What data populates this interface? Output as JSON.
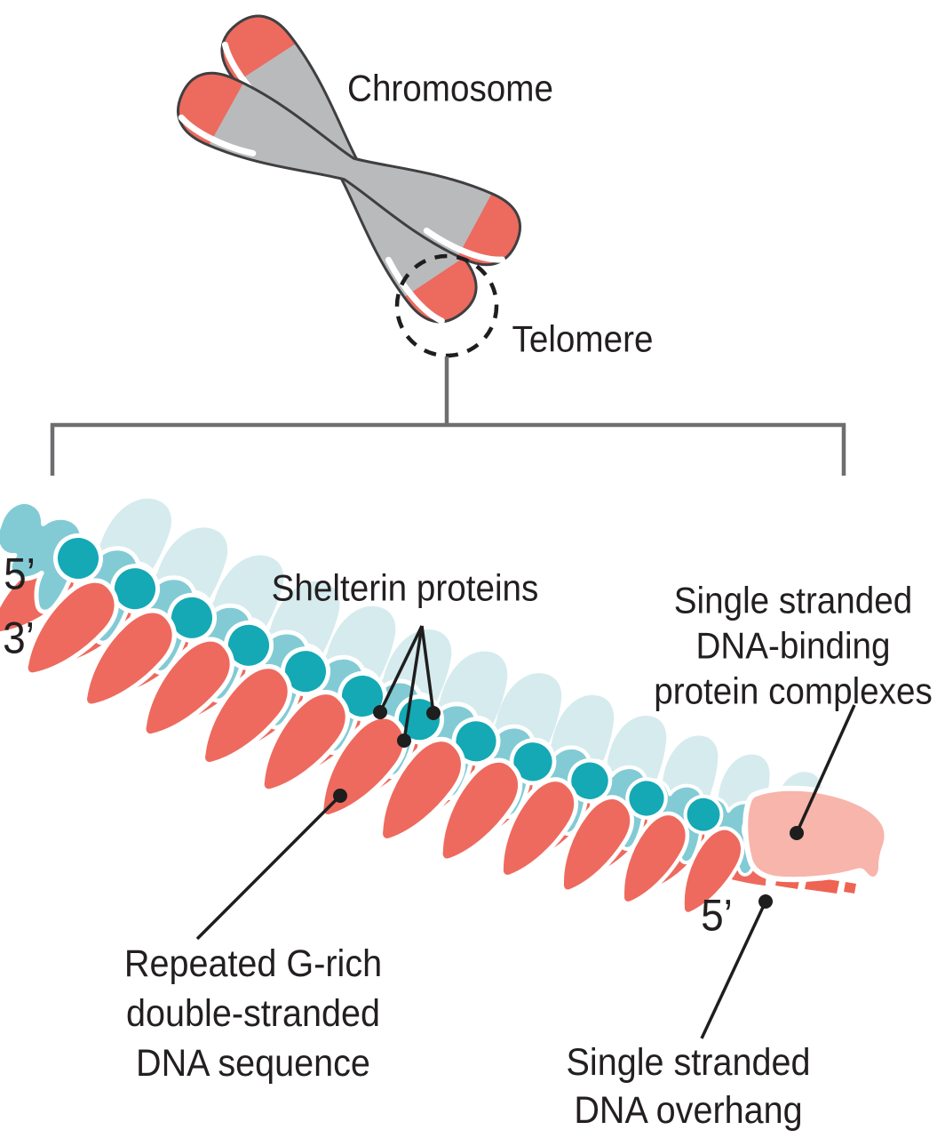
{
  "labels": {
    "chromosome": "Chromosome",
    "telomere": "Telomere",
    "five_prime_left": "5’",
    "three_prime_left": "3’",
    "shelterin": "Shelterin proteins",
    "ssdna_complex": [
      "Single stranded",
      "DNA-binding",
      "protein complexes"
    ],
    "g_rich": [
      "Repeated G-rich",
      "double-stranded",
      "DNA sequence"
    ],
    "five_prime_right": "5’",
    "overhang": [
      "Single stranded",
      "DNA overhang"
    ]
  },
  "colors": {
    "background": "#ffffff",
    "chromosome_gray": "#b9babc",
    "chromosome_outline": "#3f3f41",
    "telomere_red": "#ed6a5e",
    "pale_blue": "#d6ebee",
    "teal": "#82cbd5",
    "teal_dark": "#14a9b5",
    "salmon": "#ee6a5e",
    "pink": "#f8b5ab",
    "overhang_red": "#ee6352",
    "text": "#231f20",
    "line_black": "#1e1e1e",
    "bracket_gray": "#6d6e70"
  },
  "structure": {
    "repeat_units": 13,
    "crescents_per_unit": 2
  }
}
